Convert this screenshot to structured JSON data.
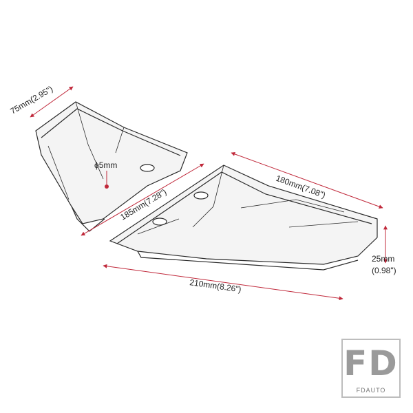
{
  "dimensions": {
    "width_top": "75mm(2.95\")",
    "hole": "ϕ5mm",
    "length_inner": "185mm(7.28\")",
    "length_top": "180mm(7.08\")",
    "height_mm": "25mm",
    "height_in": "(0.98\")",
    "length_bottom": "210mm(8.26\")"
  },
  "logo": {
    "mark": "FD",
    "name": "FDAUTO"
  },
  "colors": {
    "line": "#2a2a2a",
    "dimension_line": "#c0283a",
    "hole_marker": "#c0283a",
    "logo": "#9a9a9a"
  }
}
